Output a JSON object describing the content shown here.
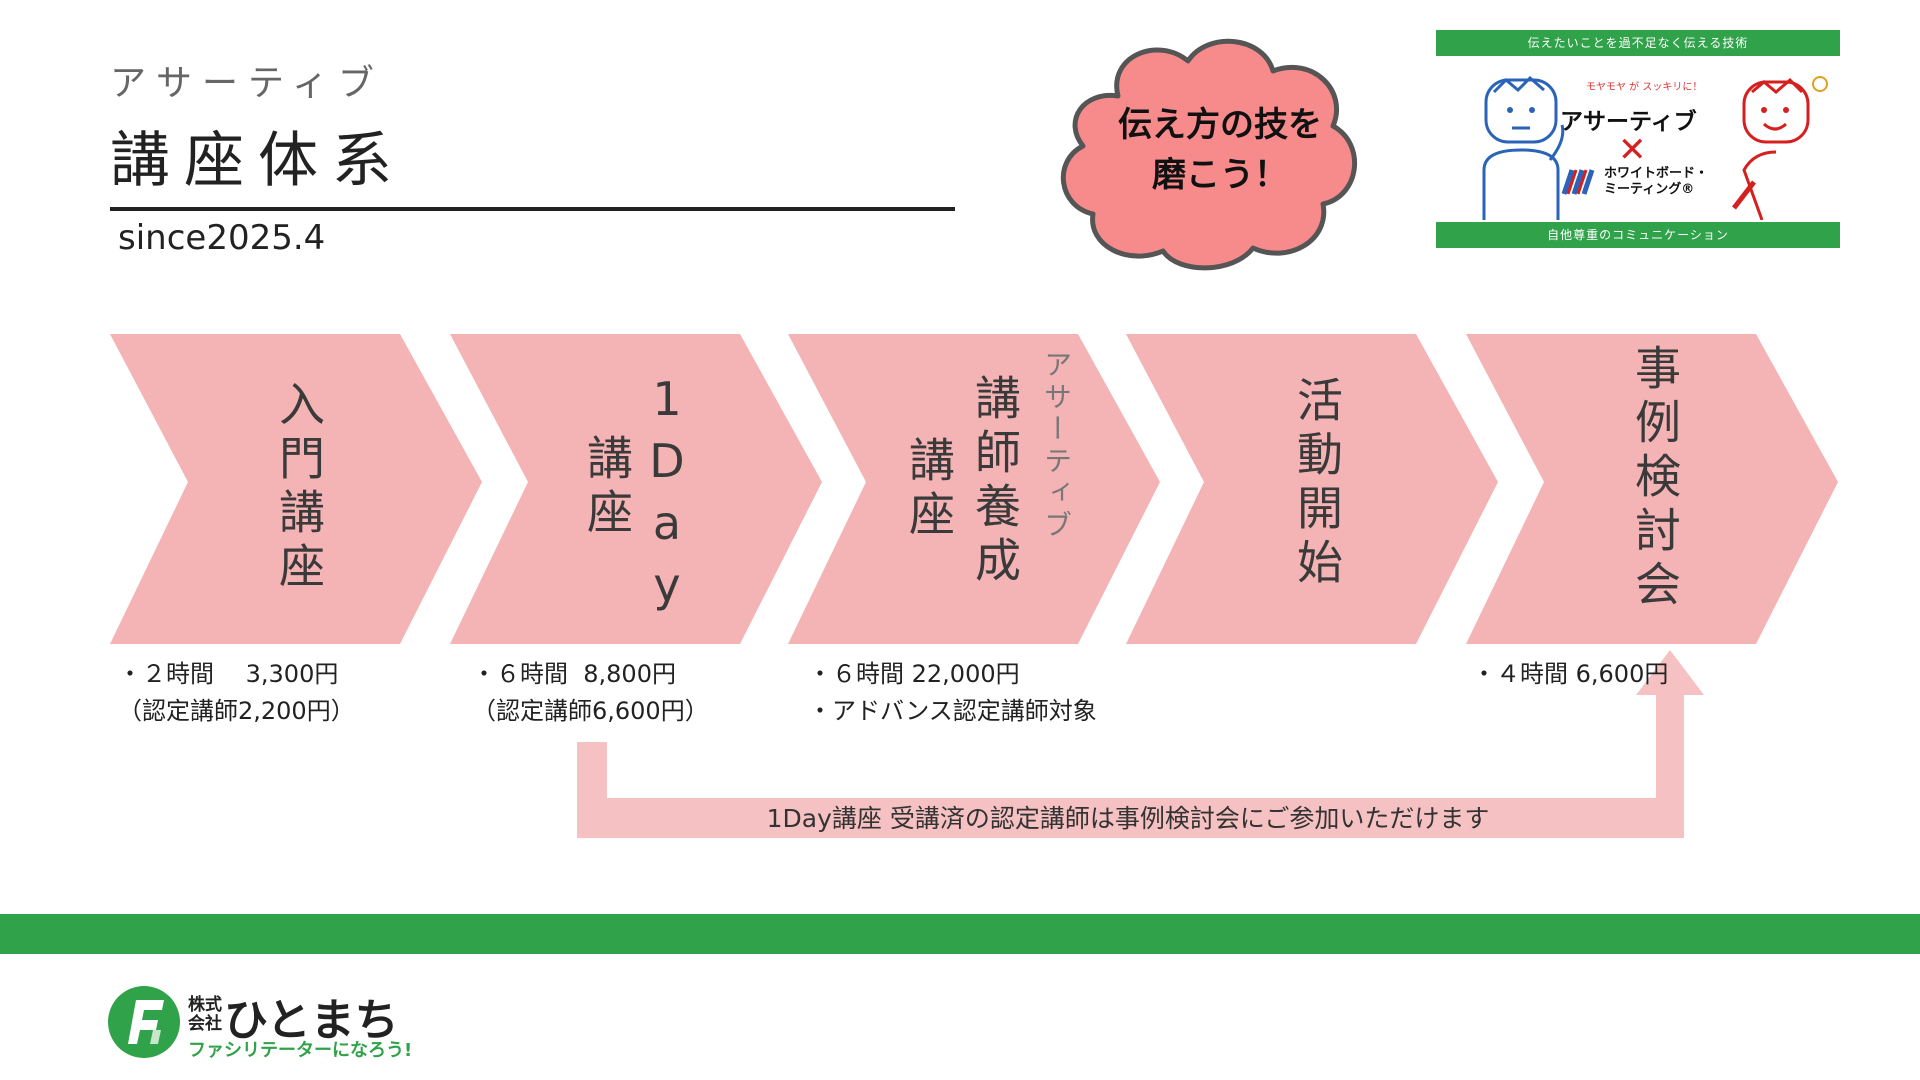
{
  "header": {
    "subtitle": "アサーティブ",
    "title": "講座体系",
    "since": "since2025.4"
  },
  "cloud": {
    "line1": "伝え方の技を",
    "line2": "磨こう！"
  },
  "cover": {
    "top_band": "伝えたいことを過不足なく伝える技術",
    "catch": "モヤモヤ が スッキリに！",
    "brand_main": "アサーティブ",
    "cross": "✕",
    "brand_sub1": "ホワイトボード・",
    "brand_sub2": "ミーティング®",
    "bottom_band": "自他尊重のコミュニケーション"
  },
  "steps": [
    {
      "title": "入門講座"
    },
    {
      "title_a": "1Day",
      "title_b": "講座"
    },
    {
      "title_a": "講師養成",
      "title_b": "講座",
      "kicker": "アサーティブ"
    },
    {
      "title": "活動開始"
    },
    {
      "title": "事例検討会"
    }
  ],
  "details": {
    "intro": "・２時間　 3,300円\n（認定講師2,200円）",
    "oneday": "・６時間  8,800円\n（認定講師6,600円）",
    "trainer": "・６時間 22,000円\n・アドバンス認定講師対象",
    "case": "・４時間 6,600円"
  },
  "flow": {
    "label": "1Day講座 受講済の認定講師は事例検討会にご参加いただけます"
  },
  "footer": {
    "company_prefix_1": "株式",
    "company_prefix_2": "会社",
    "company_name": "ひとまち",
    "tagline": "ファシリテーターになろう!"
  },
  "colors": {
    "chevron": "#f4b3b4",
    "flow": "#f5c1c2",
    "cloud": "#f78b8c",
    "brand_green": "#2fa24a"
  }
}
